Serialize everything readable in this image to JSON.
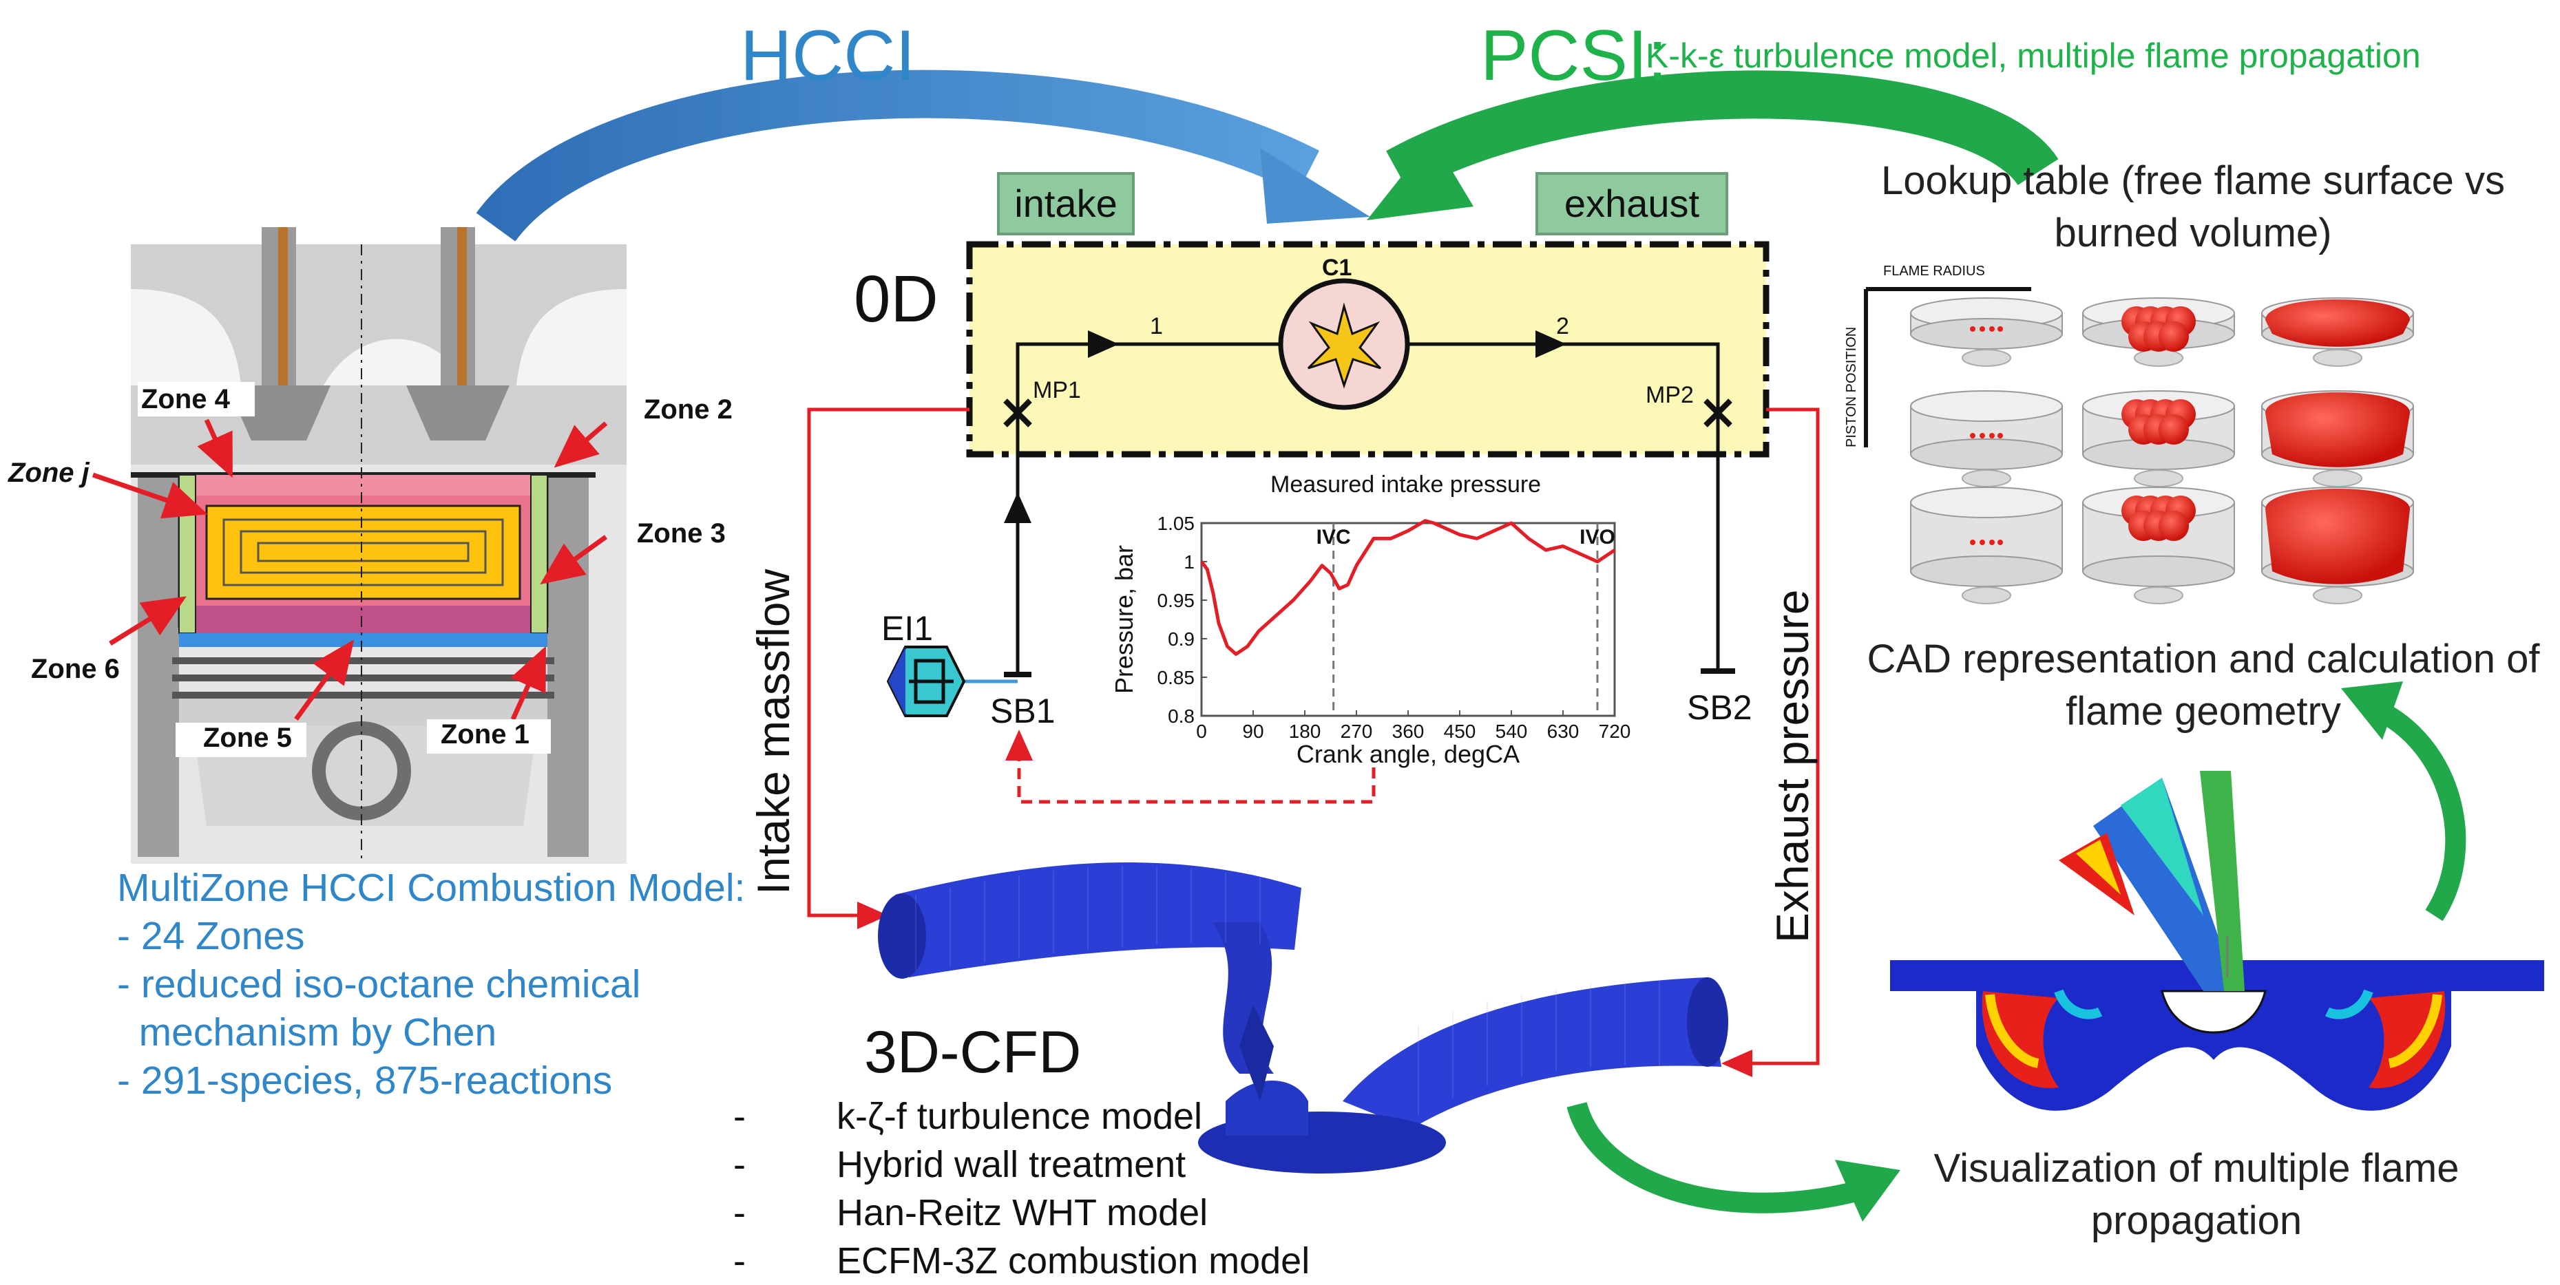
{
  "titles": {
    "hcci": "HCCI",
    "pcsi": "PCSI:",
    "pcsi_subtitle": "K-k-ε turbulence model, multiple flame propagation"
  },
  "engine_cross_section": {
    "zones": [
      "Zone 4",
      "Zone 2",
      "Zone j",
      "Zone 3",
      "Zone 6",
      "Zone 5",
      "Zone 1"
    ],
    "colors": {
      "zone_outer": "#e8738a",
      "zone_inner": "#ffc20e",
      "zone_side": "#b8d98a",
      "arrow": "#e41e26"
    }
  },
  "multizone_model": {
    "title": "MultiZone HCCI Combustion Model:",
    "items": [
      "- 24 Zones",
      "- reduced iso-octane chemical",
      "  mechanism by Chen",
      "- 291-species, 875-reactions"
    ]
  },
  "zero_d": {
    "label": "0D",
    "intake_tag": "intake",
    "exhaust_tag": "exhaust",
    "cylinder": "C1",
    "pipe_1": "1",
    "pipe_2": "2",
    "mp1": "MP1",
    "mp2": "MP2",
    "sb1": "SB1",
    "sb2": "SB2",
    "ei1": "EI1",
    "intake_massflow": "Intake massflow",
    "exhaust_pressure": "Exhaust pressure"
  },
  "chart_data": {
    "type": "line",
    "title": "Measured intake pressure",
    "xlabel": "Crank angle, degCA",
    "ylabel": "Pressure, bar",
    "xlim": [
      0,
      720
    ],
    "ylim": [
      0.8,
      1.05
    ],
    "xticks": [
      "0",
      "90",
      "180",
      "270",
      "360",
      "450",
      "540",
      "630",
      "720"
    ],
    "yticks": [
      "0.8",
      "0.85",
      "0.9",
      "0.95",
      "1",
      "1.05"
    ],
    "markers": [
      {
        "label": "IVC",
        "x": 230
      },
      {
        "label": "IVO",
        "x": 690
      }
    ],
    "grid": false,
    "series": [
      {
        "color": "#e41e26",
        "x": [
          0,
          10,
          20,
          30,
          45,
          60,
          80,
          100,
          130,
          160,
          190,
          210,
          225,
          240,
          255,
          270,
          300,
          330,
          360,
          390,
          405,
          420,
          450,
          480,
          510,
          540,
          570,
          600,
          630,
          660,
          690,
          710,
          720
        ],
        "y": [
          1.0,
          0.99,
          0.96,
          0.92,
          0.89,
          0.88,
          0.89,
          0.91,
          0.93,
          0.95,
          0.975,
          0.995,
          0.985,
          0.965,
          0.97,
          0.995,
          1.03,
          1.03,
          1.04,
          1.053,
          1.05,
          1.045,
          1.035,
          1.03,
          1.04,
          1.05,
          1.03,
          1.015,
          1.02,
          1.01,
          1.0,
          1.01,
          1.015
        ]
      }
    ]
  },
  "cfd": {
    "title": "3D-CFD",
    "items": [
      "k-ζ-f turbulence model",
      "Hybrid wall treatment",
      "Han-Reitz WHT model",
      "ECFM-3Z combustion model"
    ]
  },
  "lookup": {
    "title": "Lookup table (free flame surface vs burned volume)",
    "axis_flame_radius": "FLAME RADIUS",
    "axis_piston_position": "PISTON POSITION",
    "cad_caption": "CAD representation and calculation of flame geometry"
  },
  "visualization": {
    "caption": "Visualization of multiple flame propagation"
  },
  "colors": {
    "hcci_blue": "#2f86c9",
    "pcsi_green": "#1fb24a",
    "zero_d_fill": "#fcf8b8",
    "mesh_blue": "#2b3fd6",
    "flame_red": "#e8201a"
  }
}
